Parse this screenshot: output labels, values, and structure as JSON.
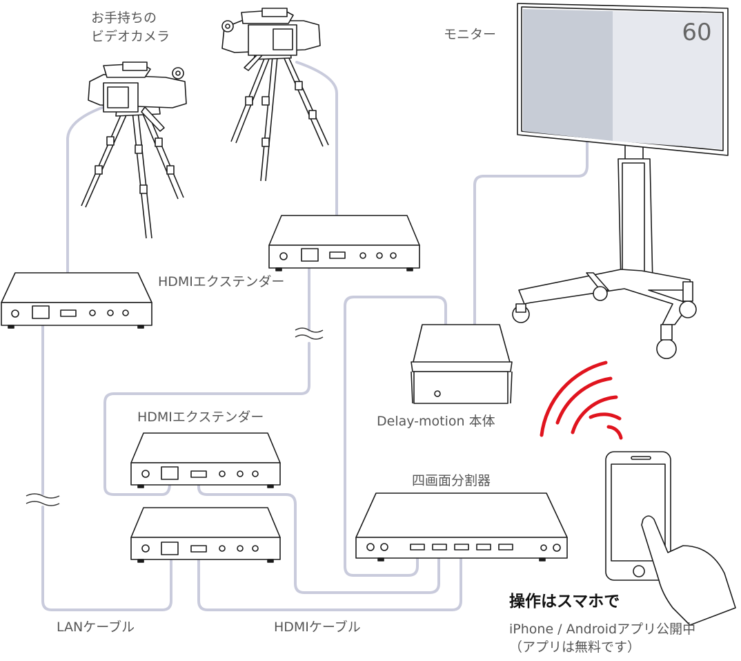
{
  "labels": {
    "own_camera_line1": "お手持ちの",
    "own_camera_line2": "ビデオカメラ",
    "monitor": "モニター",
    "monitor_number": "60",
    "extender_top": "HDMIエクステンダー",
    "extender_mid": "HDMIエクステンダー",
    "delay_motion": "Delay-motion 本体",
    "quad_splitter": "四画面分割器",
    "lan_cable": "LANケーブル",
    "hdmi_cable": "HDMIケーブル",
    "smartphone_control": "操作はスマホで",
    "app_line1": "iPhone / Androidアプリ公開中",
    "app_line2": "（アプリは無料です）"
  },
  "colors": {
    "cable": "#c9cbdc",
    "wifi": "#e0141e",
    "line": "#1a1a1a",
    "label": "#555555",
    "screen_left": "#c7ccd6",
    "screen_right": "#e6e8ee"
  }
}
